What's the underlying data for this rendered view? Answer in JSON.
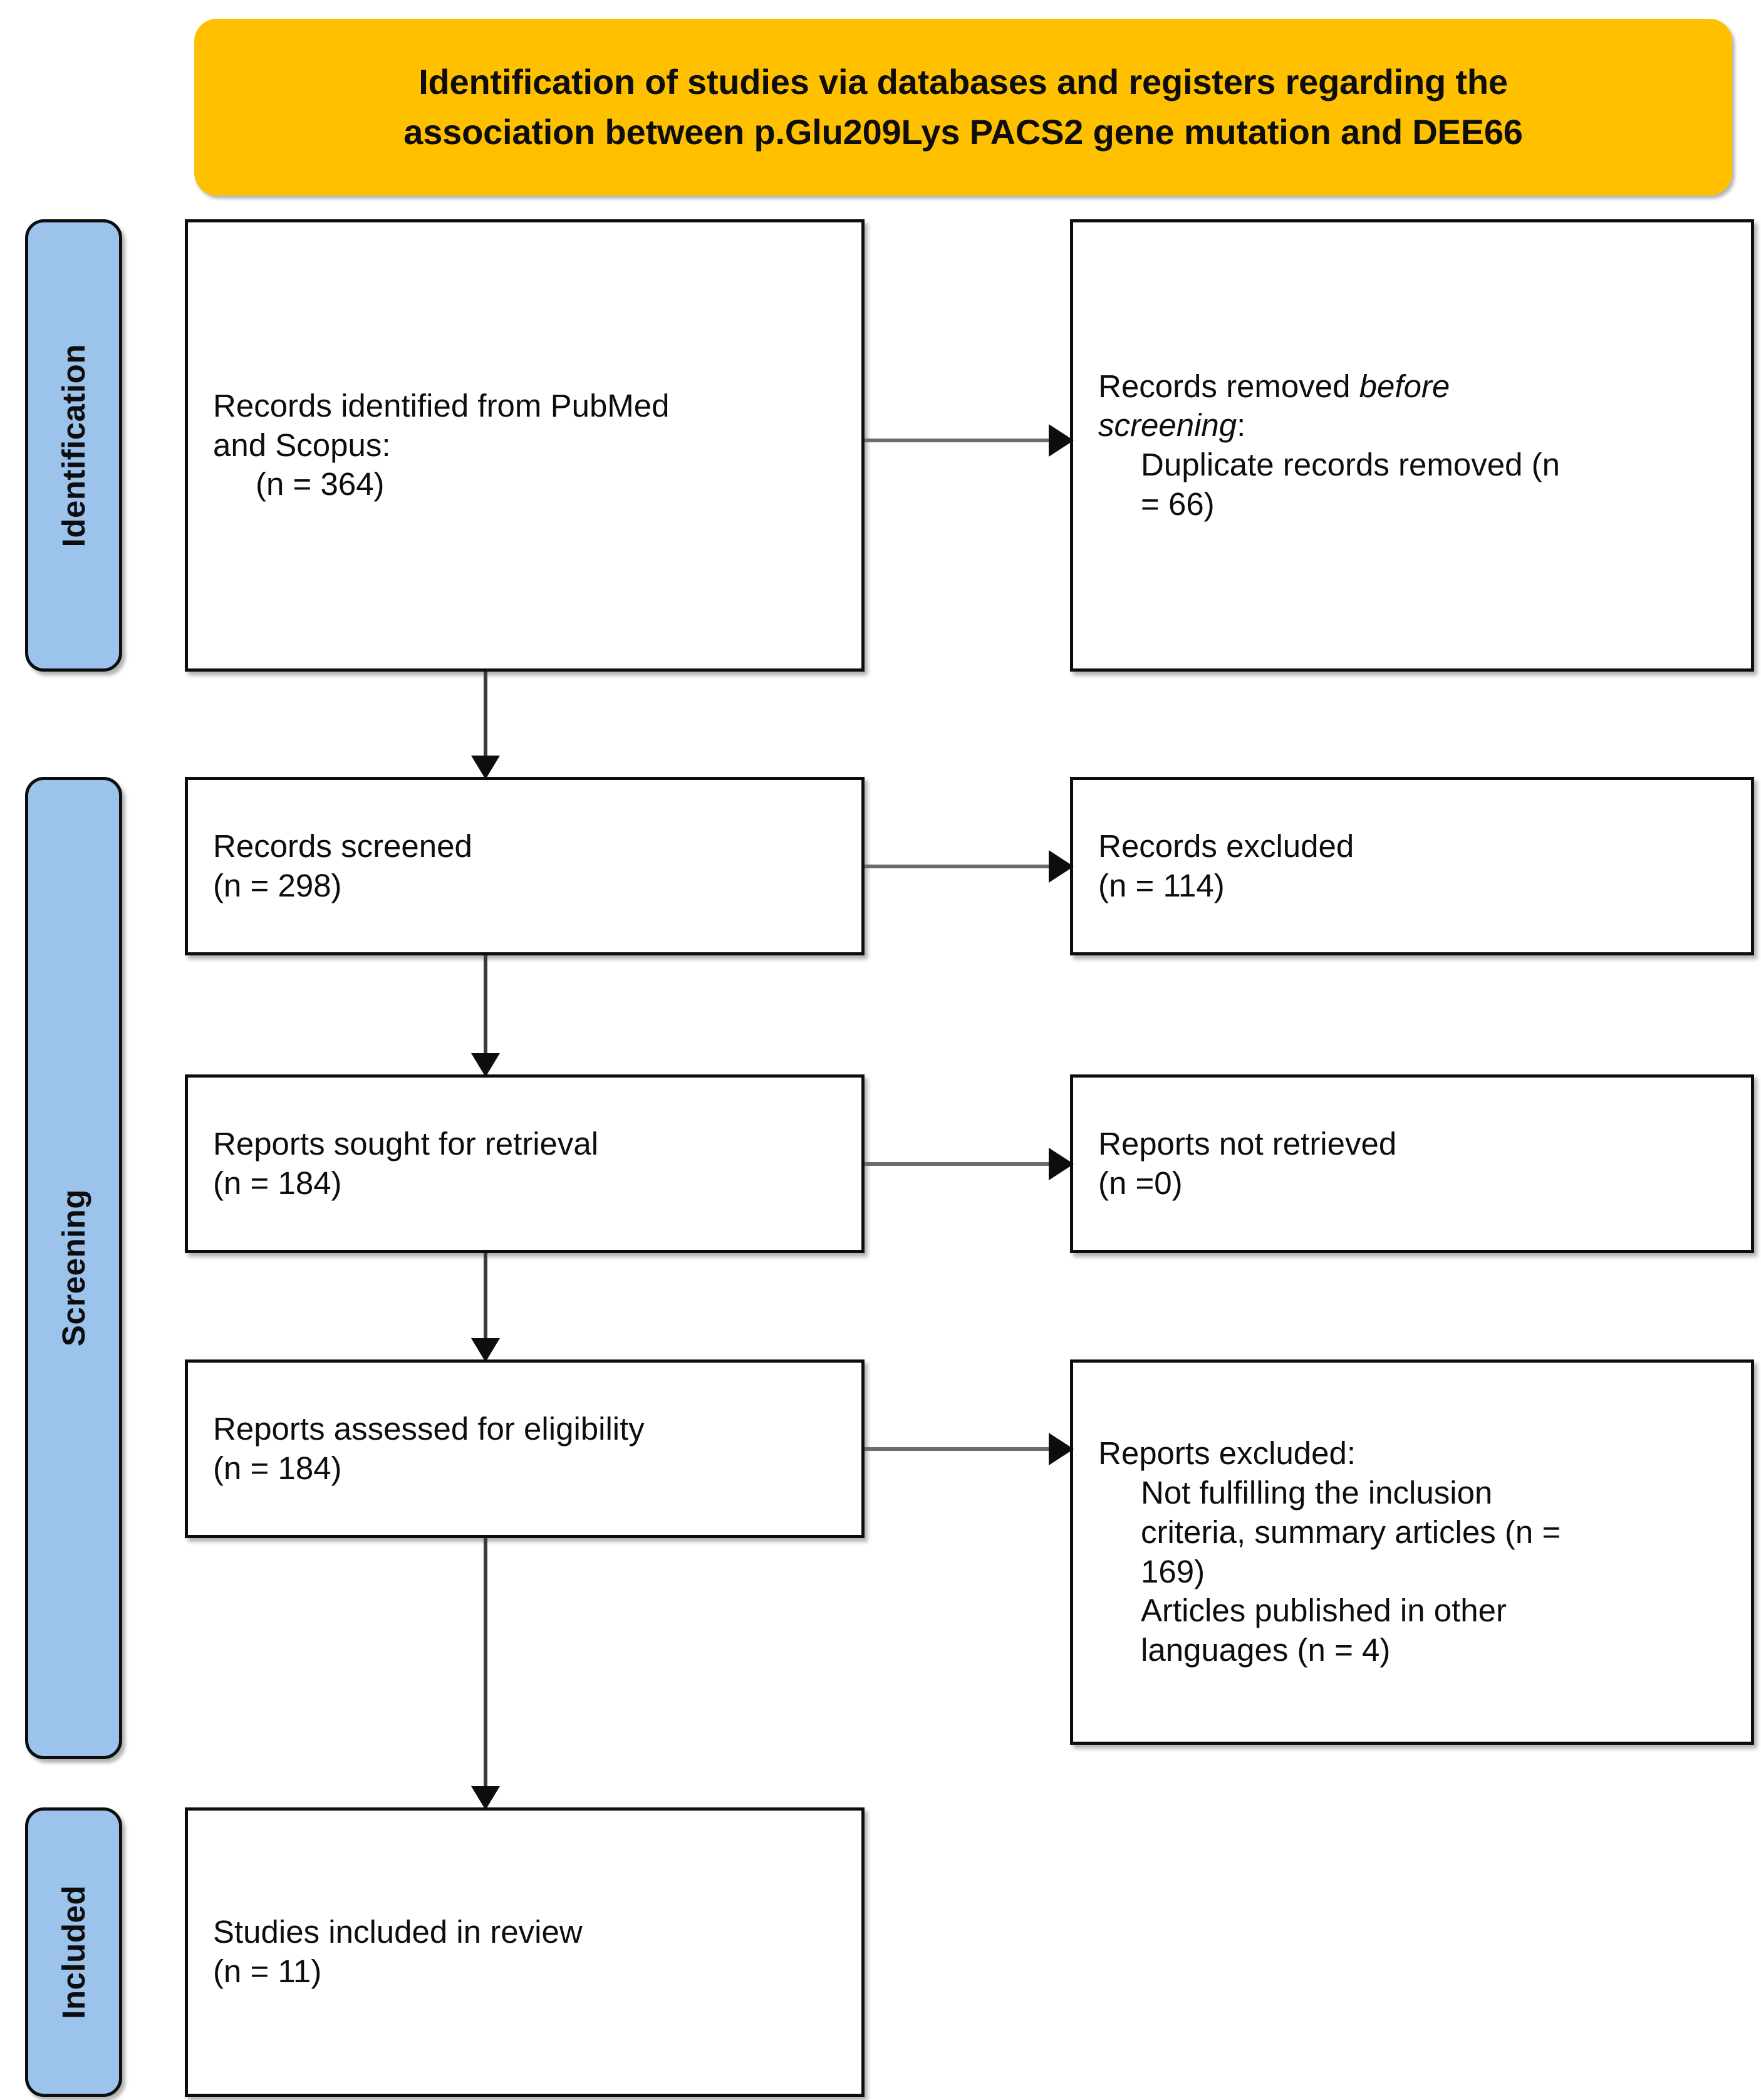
{
  "title": {
    "line1": "Identification of studies via databases and registers regarding the",
    "line2": "association between p.Glu209Lys PACS2 gene mutation and DEE66",
    "background_color": "#FFC000"
  },
  "stages": {
    "identification": "Identification",
    "screening": "Screening",
    "included": "Included",
    "tab_color": "#9CC3EC"
  },
  "boxes": {
    "identified": {
      "line1": "Records identified from PubMed",
      "line2": "and Scopus:",
      "count": "(n = 364)"
    },
    "removed_before_screening": {
      "line1_prefix": "Records removed ",
      "line1_italic": "before",
      "line2_italic": "screening",
      "line2_suffix": ":",
      "detail1": "Duplicate records removed (n",
      "detail2": "= 66)"
    },
    "screened": {
      "label": "Records screened",
      "count": "(n = 298)"
    },
    "records_excluded": {
      "label": "Records excluded",
      "count": "(n = 114)"
    },
    "sought_for_retrieval": {
      "label": "Reports sought for retrieval",
      "count": "(n = 184)"
    },
    "not_retrieved": {
      "label": "Reports not retrieved",
      "count": "(n =0)"
    },
    "assessed_for_eligibility": {
      "label": "Reports assessed for eligibility",
      "count": "(n = 184)"
    },
    "reports_excluded": {
      "heading": "Reports excluded:",
      "reason1_line1": "Not fulfilling the inclusion",
      "reason1_line2": "criteria, summary articles (n =",
      "reason1_line3": "169)",
      "reason2_line1": "Articles published in other",
      "reason2_line2": "languages (n = 4)"
    },
    "studies_included": {
      "label": "Studies included in review",
      "count": "(n = 11)"
    }
  },
  "chart_data": {
    "type": "diagram",
    "diagram_type": "PRISMA 2020 flow diagram",
    "title": "Identification of studies via databases and registers regarding the association between p.Glu209Lys PACS2 gene mutation and DEE66",
    "stages": [
      "Identification",
      "Screening",
      "Included"
    ],
    "nodes": [
      {
        "id": "identified",
        "stage": "Identification",
        "column": "left",
        "label": "Records identified from PubMed and Scopus:",
        "n": 364
      },
      {
        "id": "removed_before_screening",
        "stage": "Identification",
        "column": "right",
        "label": "Records removed before screening: Duplicate records removed",
        "n": 66
      },
      {
        "id": "screened",
        "stage": "Screening",
        "column": "left",
        "label": "Records screened",
        "n": 298
      },
      {
        "id": "records_excluded",
        "stage": "Screening",
        "column": "right",
        "label": "Records excluded",
        "n": 114
      },
      {
        "id": "sought_for_retrieval",
        "stage": "Screening",
        "column": "left",
        "label": "Reports sought for retrieval",
        "n": 184
      },
      {
        "id": "not_retrieved",
        "stage": "Screening",
        "column": "right",
        "label": "Reports not retrieved",
        "n": 0
      },
      {
        "id": "assessed_for_eligibility",
        "stage": "Screening",
        "column": "left",
        "label": "Reports assessed for eligibility",
        "n": 184
      },
      {
        "id": "reports_excluded",
        "stage": "Screening",
        "column": "right",
        "label": "Reports excluded",
        "reasons": [
          {
            "label": "Not fulfilling the inclusion criteria, summary articles",
            "n": 169
          },
          {
            "label": "Articles published in other languages",
            "n": 4
          }
        ]
      },
      {
        "id": "studies_included",
        "stage": "Included",
        "column": "left",
        "label": "Studies included in review",
        "n": 11
      }
    ],
    "edges": [
      {
        "from": "identified",
        "to": "removed_before_screening",
        "direction": "horizontal"
      },
      {
        "from": "identified",
        "to": "screened",
        "direction": "vertical"
      },
      {
        "from": "screened",
        "to": "records_excluded",
        "direction": "horizontal"
      },
      {
        "from": "screened",
        "to": "sought_for_retrieval",
        "direction": "vertical"
      },
      {
        "from": "sought_for_retrieval",
        "to": "not_retrieved",
        "direction": "horizontal"
      },
      {
        "from": "sought_for_retrieval",
        "to": "assessed_for_eligibility",
        "direction": "vertical"
      },
      {
        "from": "assessed_for_eligibility",
        "to": "reports_excluded",
        "direction": "horizontal"
      },
      {
        "from": "assessed_for_eligibility",
        "to": "studies_included",
        "direction": "vertical"
      }
    ]
  }
}
